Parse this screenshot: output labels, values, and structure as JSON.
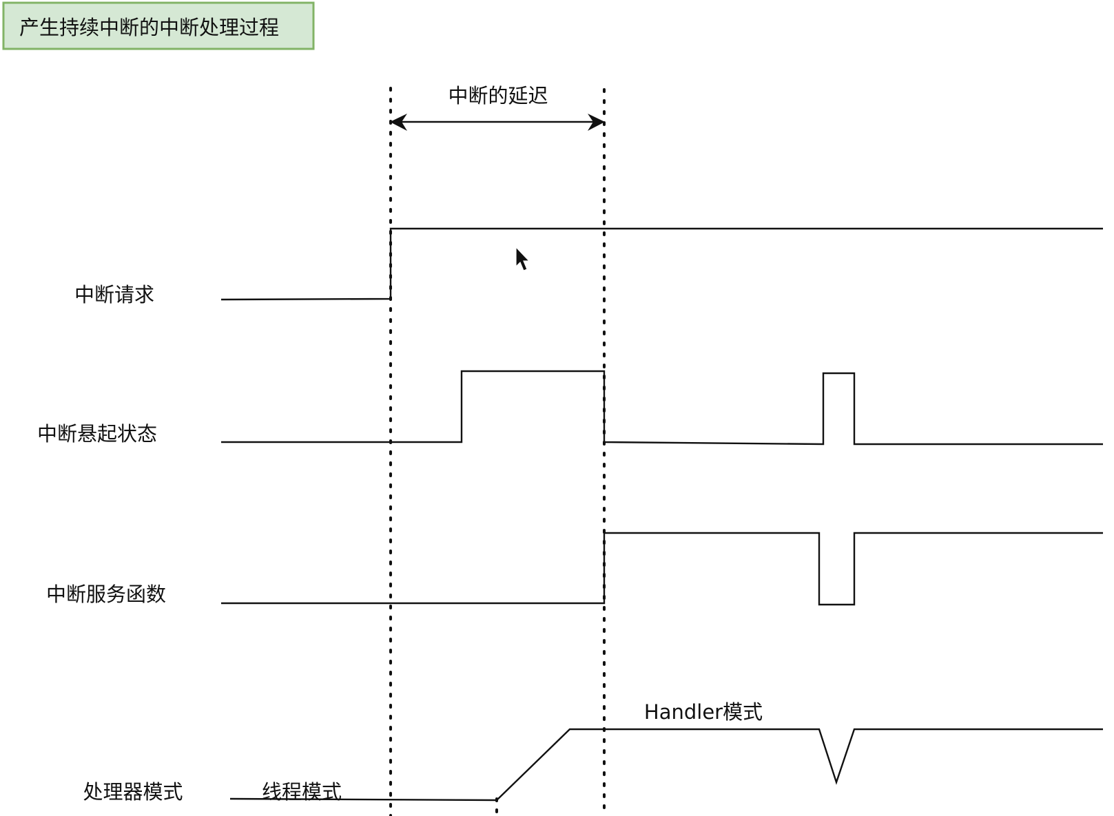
{
  "title": "产生持续中断的中断处理过程",
  "latency_label": "中断的延迟",
  "rows": [
    {
      "label": "中断请求"
    },
    {
      "label": "中断悬起状态"
    },
    {
      "label": "中断服务函数"
    },
    {
      "label": "处理器模式"
    }
  ],
  "thread_mode_label": "线程模式",
  "handler_mode_label": "Handler模式",
  "colors": {
    "title_fill": "#d5e8d4",
    "title_border": "#82b366",
    "line": "#111111"
  }
}
